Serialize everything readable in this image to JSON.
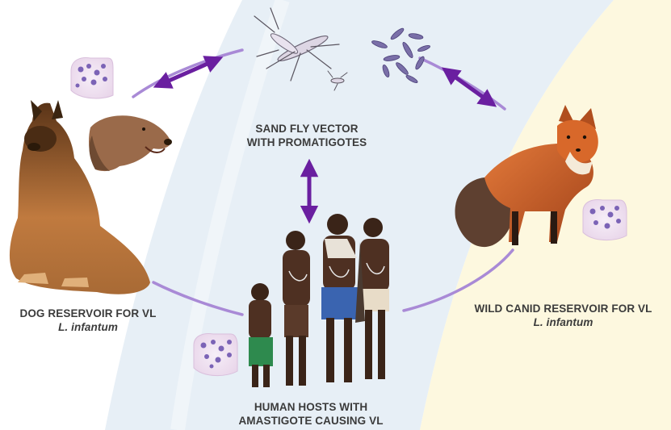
{
  "labels": {
    "dog": {
      "line1": "DOG RESERVOIR FOR VL",
      "species": "L. infantum"
    },
    "wild_canid": {
      "line1": "WILD CANID RESERVOIR FOR VL",
      "species": "L. infantum"
    },
    "sand_fly": {
      "line1": "SAND FLY VECTOR",
      "line2": "WITH PROMATIGOTES"
    },
    "human": {
      "line1": "HUMAN HOSTS WITH",
      "line2": "AMASTIGOTE CAUSING VL"
    }
  },
  "colors": {
    "arrow": "#6a1fa0",
    "cycle_line": "#a98ad6",
    "background_band_blue": "#e6eef5",
    "background_band_yellow": "#fdf7da",
    "label_text": "#3b3b3b"
  },
  "images": [
    "dog-photo-icon",
    "dog-head-photo-icon",
    "fox-photo-icon",
    "sand-fly-illustration-icon",
    "promastigote-illustration-icon",
    "human-children-photo-icon",
    "parasite-slide-icon"
  ]
}
